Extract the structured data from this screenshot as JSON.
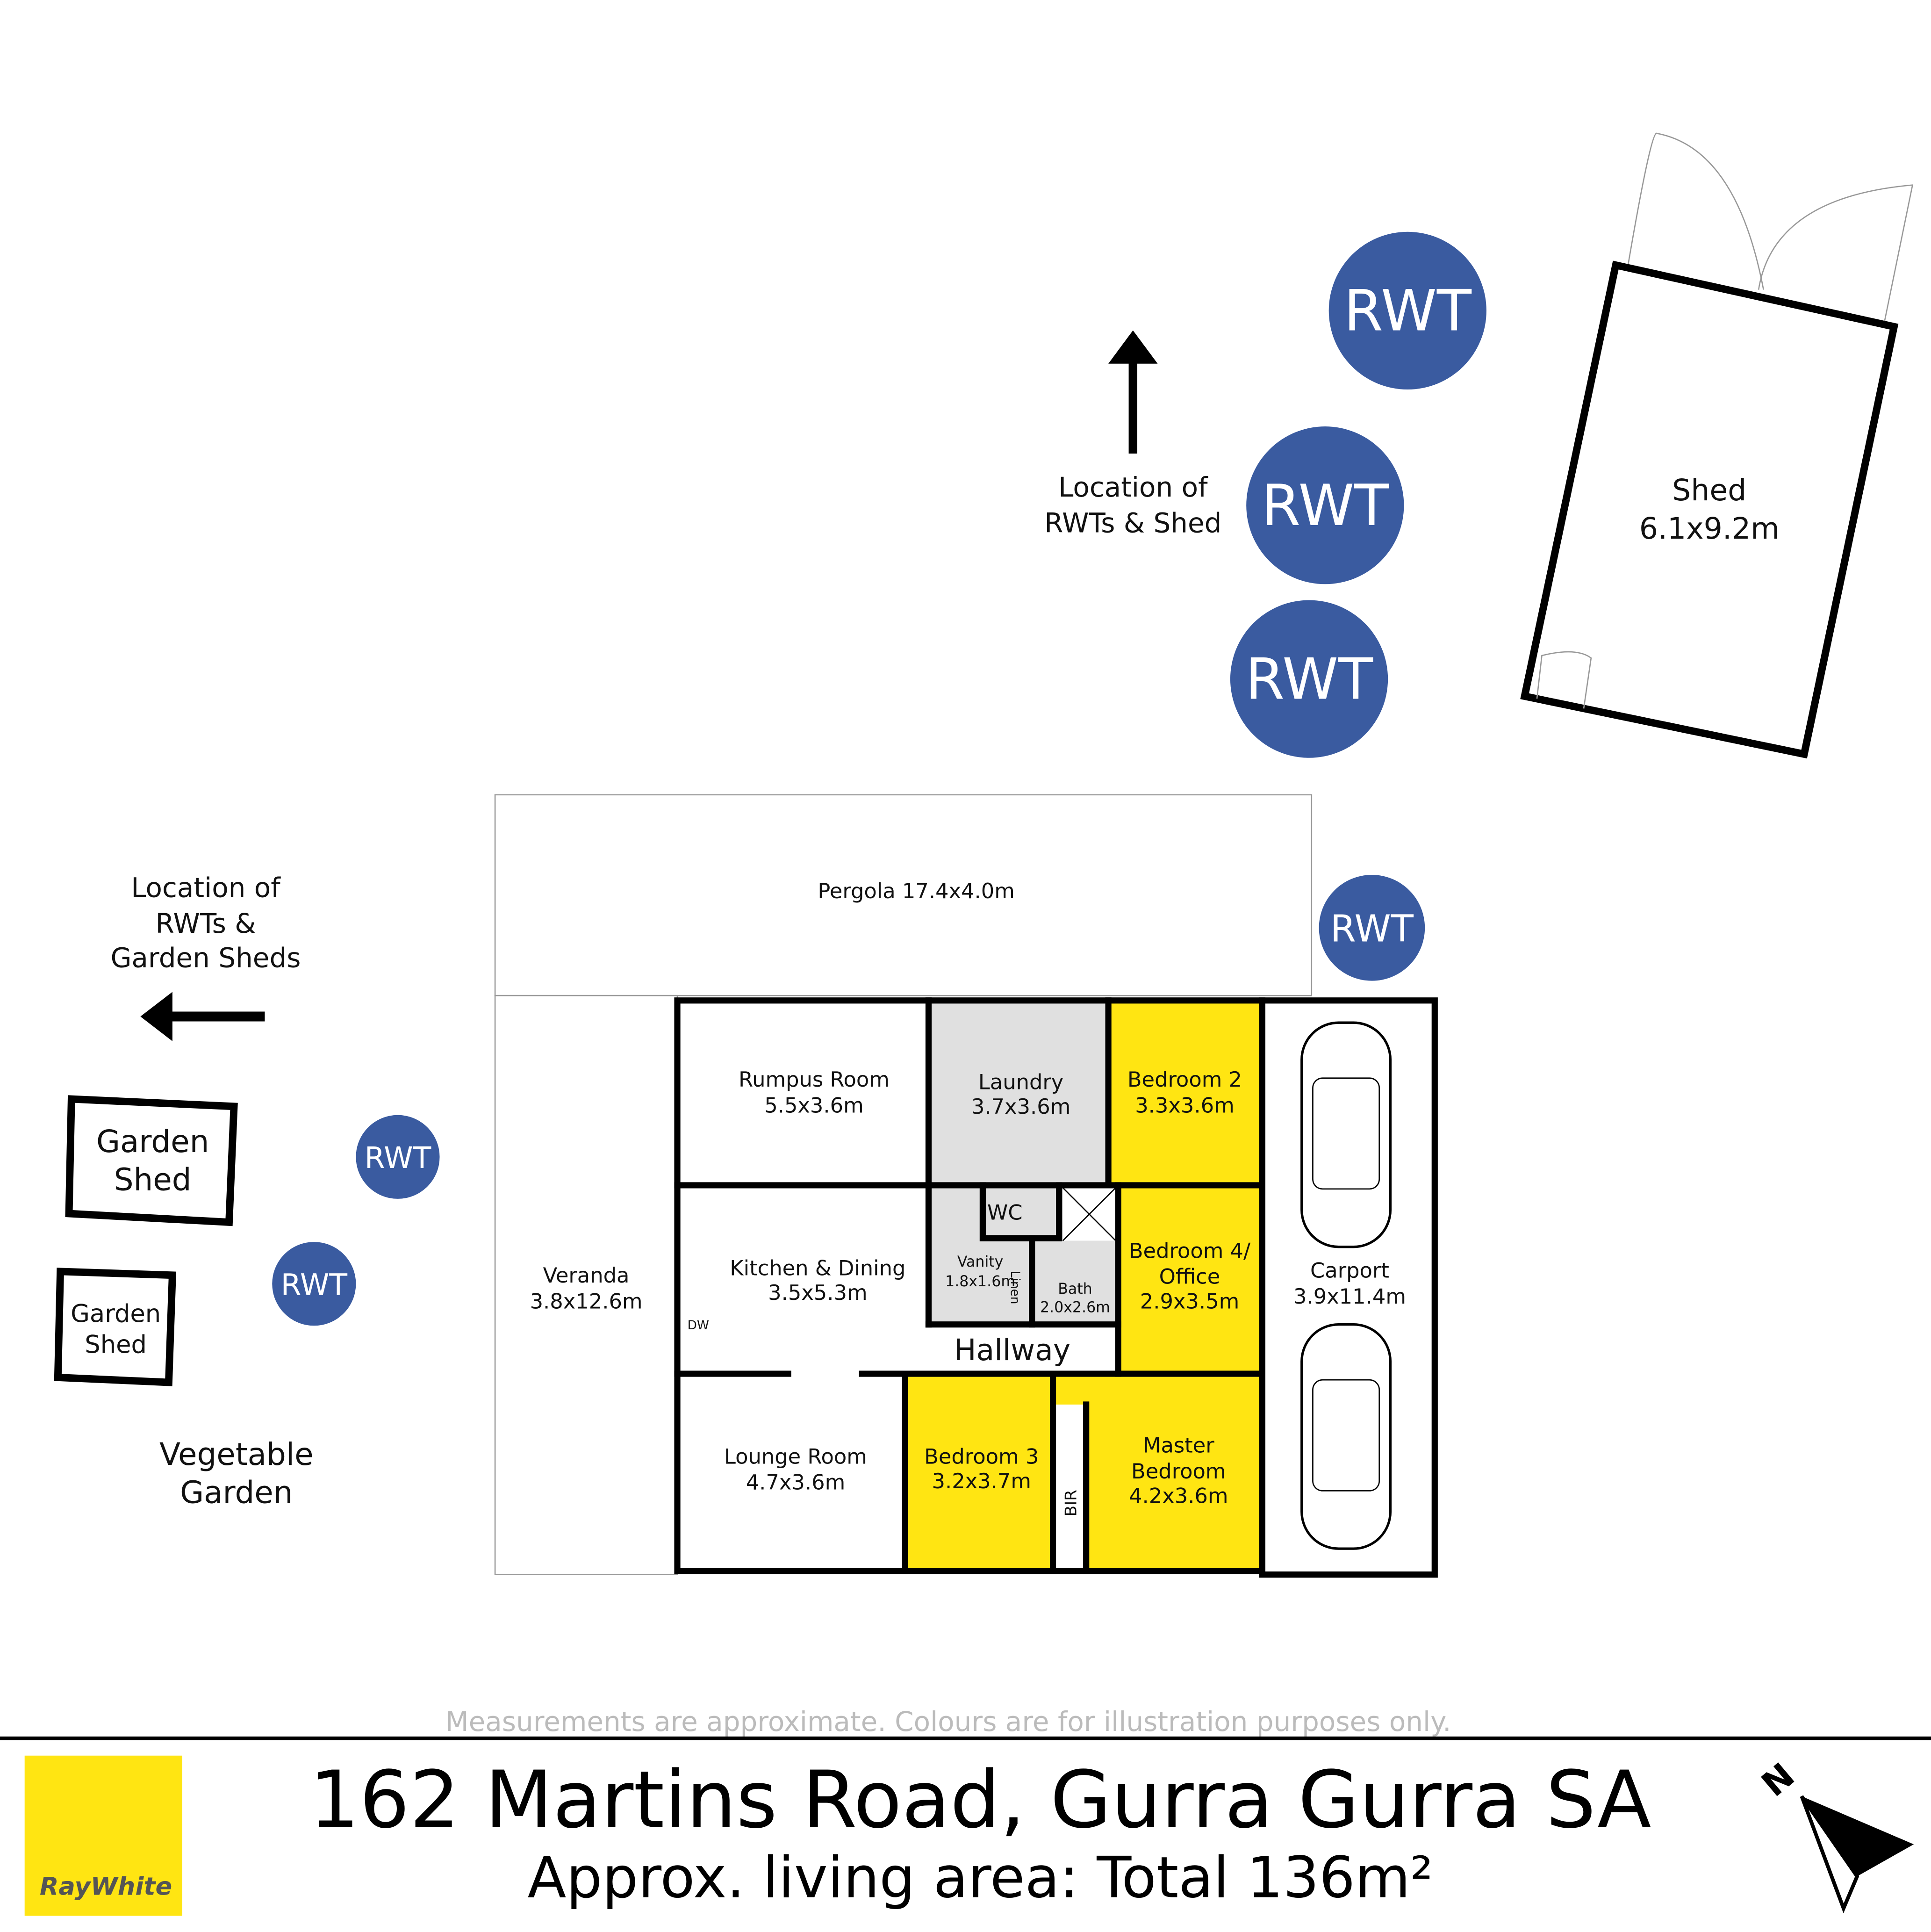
{
  "colors": {
    "yellow": "#FFE512",
    "gray": "#E0E0E0",
    "rwt_blue": "#3A5BA0",
    "wall": "#000000"
  },
  "rwt_label": "RWT",
  "annotations": {
    "north_note": [
      "Location of",
      "RWTs & Shed"
    ],
    "west_note": [
      "Location of",
      "RWTs &",
      "Garden Sheds"
    ],
    "vegetable_garden": [
      "Vegetable",
      "Garden"
    ]
  },
  "shed": {
    "name": "Shed",
    "size": "6.1x9.2m"
  },
  "garden_sheds": [
    {
      "line1": "Garden",
      "line2": "Shed"
    },
    {
      "line1": "Garden",
      "line2": "Shed"
    }
  ],
  "rooms": {
    "pergola": "Pergola 17.4x4.0m",
    "veranda": {
      "name": "Veranda",
      "size": "3.8x12.6m"
    },
    "rumpus": {
      "name": "Rumpus Room",
      "size": "5.5x3.6m"
    },
    "laundry": {
      "name": "Laundry",
      "size": "3.7x3.6m"
    },
    "bedroom2": {
      "name": "Bedroom 2",
      "size": "3.3x3.6m"
    },
    "kitchen": {
      "name": "Kitchen & Dining",
      "size": "3.5x5.3m"
    },
    "dw": "DW",
    "wc": "WC",
    "vanity": {
      "name": "Vanity",
      "size": "1.8x1.6m"
    },
    "linen": "Linen",
    "bath": {
      "name": "Bath",
      "size": "2.0x2.6m"
    },
    "bedroom4": {
      "line1": "Bedroom 4/",
      "line2": "Office",
      "size": "2.9x3.5m"
    },
    "hallway": "Hallway",
    "carport": {
      "name": "Carport",
      "size": "3.9x11.4m"
    },
    "lounge": {
      "name": "Lounge Room",
      "size": "4.7x3.6m"
    },
    "bedroom3": {
      "name": "Bedroom 3",
      "size": "3.2x3.7m"
    },
    "bir": "BIR",
    "master": {
      "line1": "Master",
      "line2": "Bedroom",
      "size": "4.2x3.6m"
    }
  },
  "disclaimer": "Measurements are approximate. Colours are for illustration purposes only.",
  "footer": {
    "address": "162 Martins Road, Gurra Gurra SA",
    "area": "Approx. living area: Total 136m²",
    "logo_text": "RayWhite",
    "north_label": "N"
  }
}
